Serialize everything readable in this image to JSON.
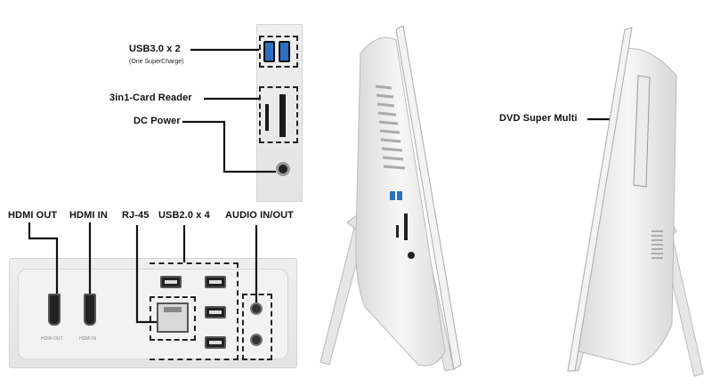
{
  "labels": {
    "usb3": "USB3.0 x 2",
    "usb3_note": "(One SuperCharge)",
    "card_reader": "3in1-Card Reader",
    "dc_power": "DC Power",
    "hdmi_out": "HDMI OUT",
    "hdmi_in": "HDMI IN",
    "rj45": "RJ-45",
    "usb2": "USB2.0 x 4",
    "audio": "AUDIO IN/OUT",
    "dvd": "DVD Super Multi"
  },
  "port_tags": {
    "hdmi_out": "HDMI OUT",
    "hdmi_in": "HDMI IN"
  },
  "colors": {
    "usb3_port": "#2d6fc0",
    "panel": "#e8e8e8",
    "leader_line": "#111111"
  }
}
